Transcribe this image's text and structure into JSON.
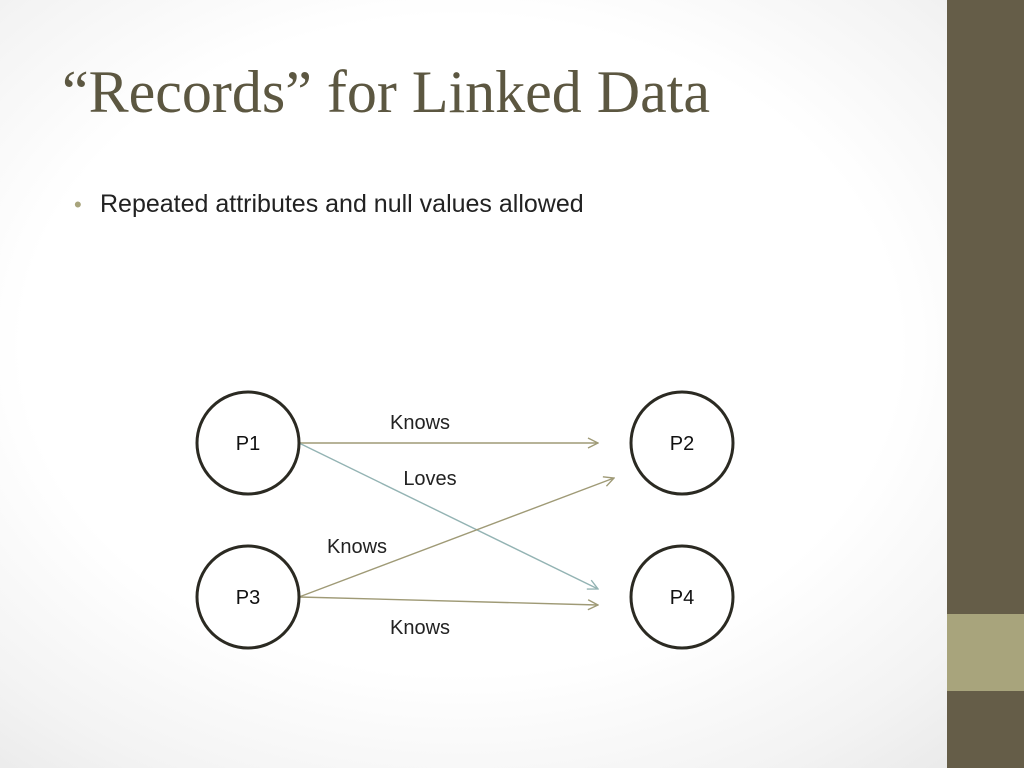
{
  "slide": {
    "title": "“Records” for Linked Data",
    "bullets": [
      "Repeated attributes and null values allowed"
    ]
  },
  "diagram": {
    "nodes": [
      {
        "id": "P1",
        "label": "P1"
      },
      {
        "id": "P2",
        "label": "P2"
      },
      {
        "id": "P3",
        "label": "P3"
      },
      {
        "id": "P4",
        "label": "P4"
      }
    ],
    "edges": [
      {
        "from": "P1",
        "to": "P2",
        "label": "Knows",
        "color": "#9f9a76"
      },
      {
        "from": "P1",
        "to": "P4",
        "label": "Loves",
        "color": "#93b3b3"
      },
      {
        "from": "P3",
        "to": "P2",
        "label": "Knows",
        "color": "#9f9a76"
      },
      {
        "from": "P3",
        "to": "P4",
        "label": "Knows",
        "color": "#9f9a76"
      }
    ]
  },
  "colors": {
    "title": "#5c5741",
    "sidebar": "#655d48",
    "sidebar_accent": "#a8a47c",
    "bullet": "#a8a47c",
    "edge_knows": "#9f9a76",
    "edge_loves": "#93b3b3"
  }
}
